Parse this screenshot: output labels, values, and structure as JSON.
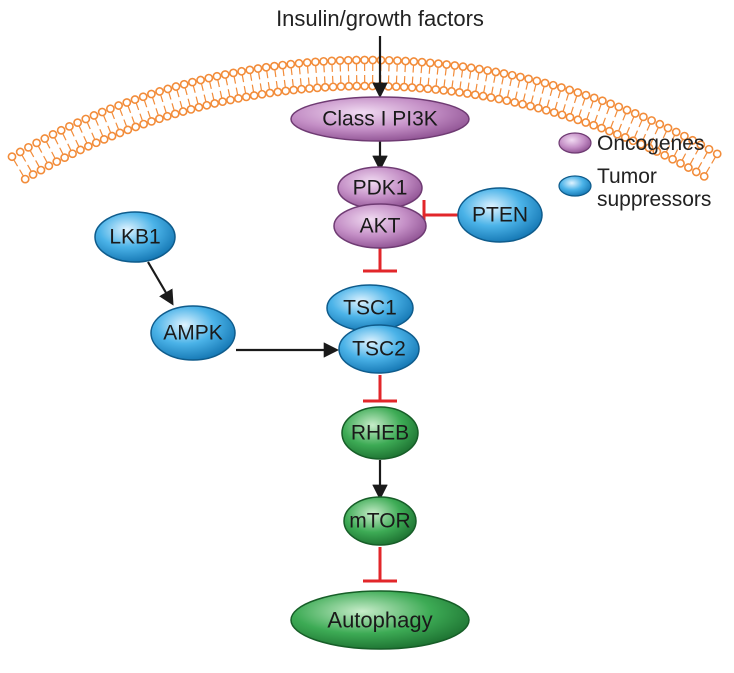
{
  "diagram": {
    "signal_label": "Insulin/growth factors",
    "nodes": {
      "pi3k": "Class I PI3K",
      "pdk1": "PDK1",
      "akt": "AKT",
      "pten": "PTEN",
      "lkb1": "LKB1",
      "ampk": "AMPK",
      "tsc1": "TSC1",
      "tsc2": "TSC2",
      "rheb": "RHEB",
      "mtor": "mTOR",
      "autophagy": "Autophagy"
    },
    "legend": {
      "oncogenes": "Oncogenes",
      "tumor_line1": "Tumor",
      "tumor_line2": "suppressors"
    },
    "colors": {
      "oncogene": "#b77ab8",
      "tumor_suppressor": "#2e9bd6",
      "green_node": "#2f9a48",
      "membrane": "#f28c3a",
      "activation_arrow": "#1a1a1a",
      "inhibition_bar": "#e2262a"
    }
  }
}
